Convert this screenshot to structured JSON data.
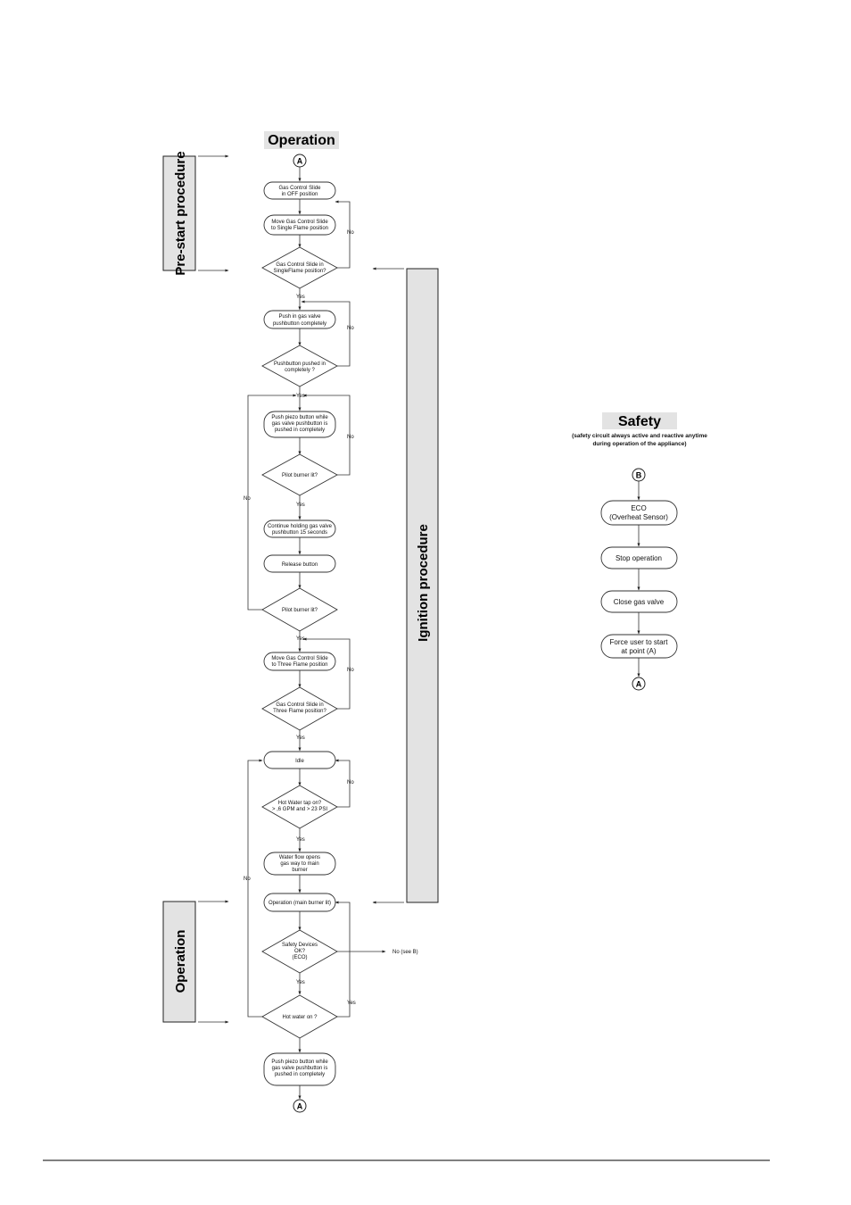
{
  "operation_title": "Operation",
  "safety_title": "Safety",
  "safety_subtitle_line1": "(safety circuit always active and reactive anytime",
  "safety_subtitle_line2": "during operation of the appliance)",
  "bands": {
    "pre_start": "Pre-start procedure",
    "ignition": "Ignition procedure",
    "operation": "Operation"
  },
  "connectors": {
    "a": "A",
    "b": "B"
  },
  "steps": {
    "gas_off_l1": "Gas Control Slide",
    "gas_off_l2": "in OFF position",
    "move_single_l1": "Move Gas Control Slide",
    "move_single_l2": "to Single Flame position",
    "check_single_l1": "Gas Control Slide in",
    "check_single_l2": "SingleFlame position?",
    "push_valve_l1": "Push in gas valve",
    "push_valve_l2": "pushbutton completely",
    "check_pushed_l1": "Pushbutton pushed in",
    "check_pushed_l2": "completely ?",
    "piezo_l1": "Push piezo button while",
    "piezo_l2": "gas valve pushbutton is",
    "piezo_l3": "pushed in completely",
    "pilot_lit_1": "Pilot burner lit?",
    "hold_l1": "Continue holding gas valve",
    "hold_l2": "pushbutton 15 seconds",
    "release": "Release button",
    "pilot_lit_2": "Pilot burner lit?",
    "move_three_l1": "Move Gas Control Slide",
    "move_three_l2": "to Three Flame position",
    "check_three_l1": "Gas Control Slide in",
    "check_three_l2": "Three Flame position?",
    "idle": "Idle",
    "hot_tap_l1": "Hot Water tap on?",
    "hot_tap_l2": "> ,6 GPM and > 23 PSI",
    "flow_l1": "Water flow opens",
    "flow_l2": "gas way to main",
    "flow_l3": "burner",
    "operation_main": "Operation (main burner lit)",
    "safety_l1": "Safety Devices",
    "safety_l2": "OK?",
    "safety_l3": "(ECO)",
    "hot_on": "Hot water on ?",
    "end_piezo_l1": "Push piezo button while",
    "end_piezo_l2": "gas valve pushbutton is",
    "end_piezo_l3": "pushed in completely"
  },
  "labels": {
    "yes": "Yes",
    "no": "No",
    "no_see_b": "No (see B)"
  },
  "safety_steps": {
    "eco_l1": "ECO",
    "eco_l2": "(Overheat Sensor)",
    "stop": "Stop operation",
    "close": "Close gas valve",
    "force_l1": "Force user to start",
    "force_l2": "at point (A)"
  }
}
